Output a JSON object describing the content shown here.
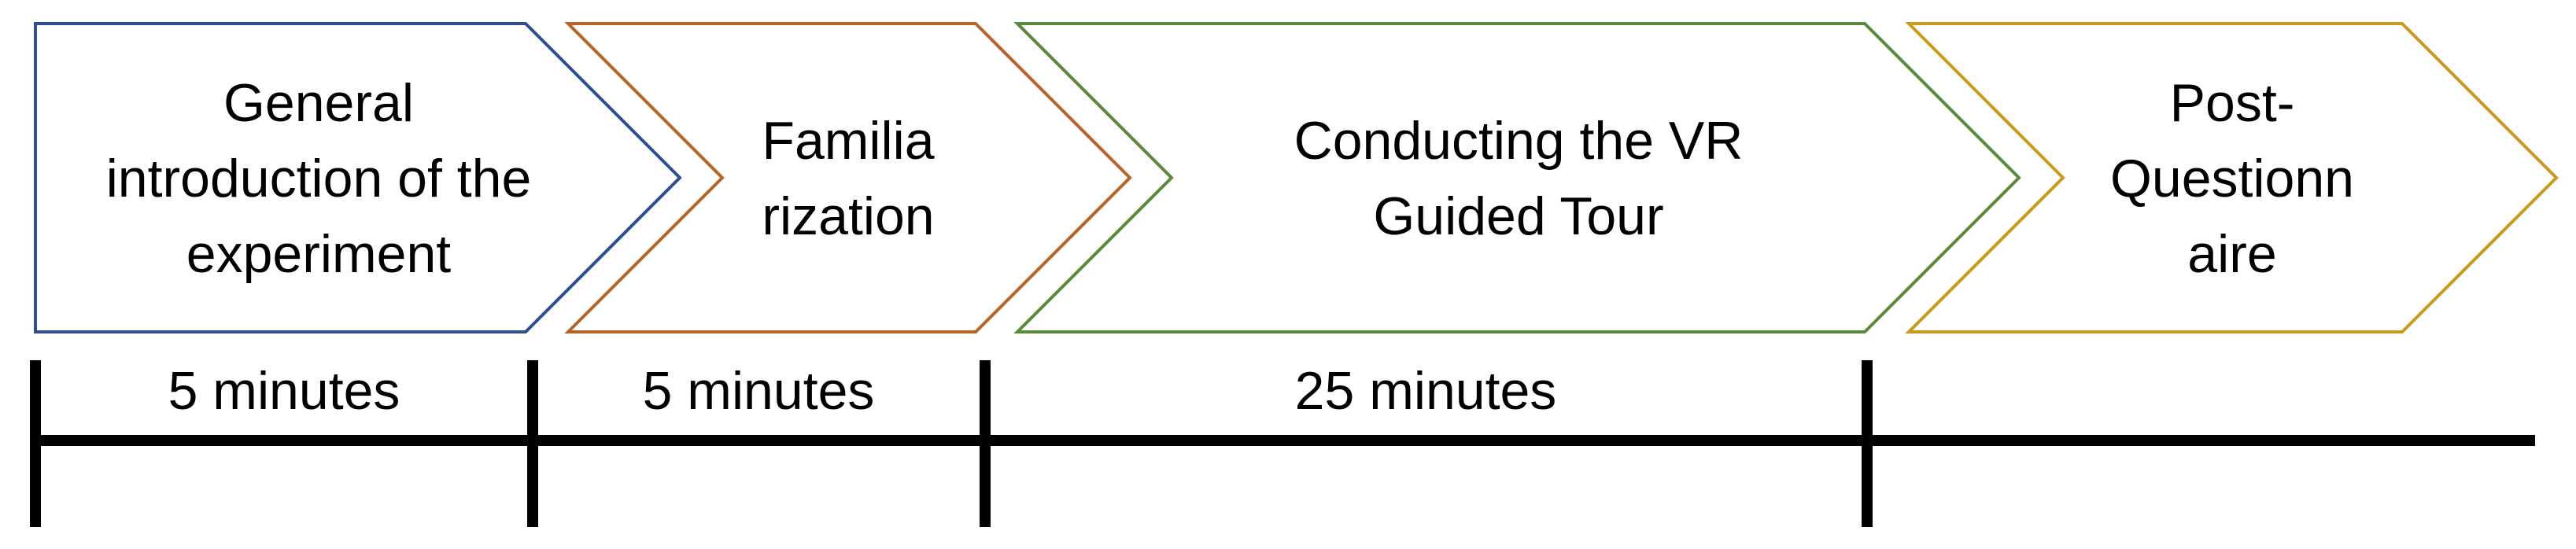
{
  "steps": [
    {
      "id": "intro",
      "lines": [
        "General",
        "introduction of the",
        "experiment"
      ],
      "color": "#2F4F8F"
    },
    {
      "id": "familiarization",
      "lines": [
        "Familia",
        "rization"
      ],
      "color": "#B5652A"
    },
    {
      "id": "vr-tour",
      "lines": [
        "Conducting the VR",
        "Guided Tour"
      ],
      "color": "#5A8A3A"
    },
    {
      "id": "post-questionnaire",
      "lines": [
        "Post-",
        "Questionn",
        "aire"
      ],
      "color": "#C99A1E"
    }
  ],
  "durations": [
    "5 minutes",
    "5 minutes",
    "25 minutes"
  ],
  "timeline_color": "#000000"
}
